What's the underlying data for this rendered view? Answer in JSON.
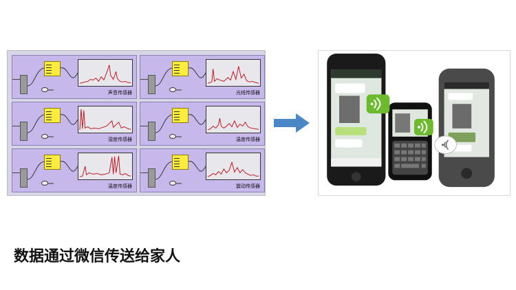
{
  "panels": [
    {
      "label": "声音传感器"
    },
    {
      "label": "光线传感器"
    },
    {
      "label": "湿度传感器"
    },
    {
      "label": "温度传感器"
    },
    {
      "label": "温度传感器"
    },
    {
      "label": "震动传感器"
    }
  ],
  "arrow_color": "#4a87c6",
  "phone_icons": [
    "wifi-signal-icon",
    "wifi-signal-icon",
    "wifi-signal-icon"
  ],
  "caption": "数据通过微信传送给家人"
}
